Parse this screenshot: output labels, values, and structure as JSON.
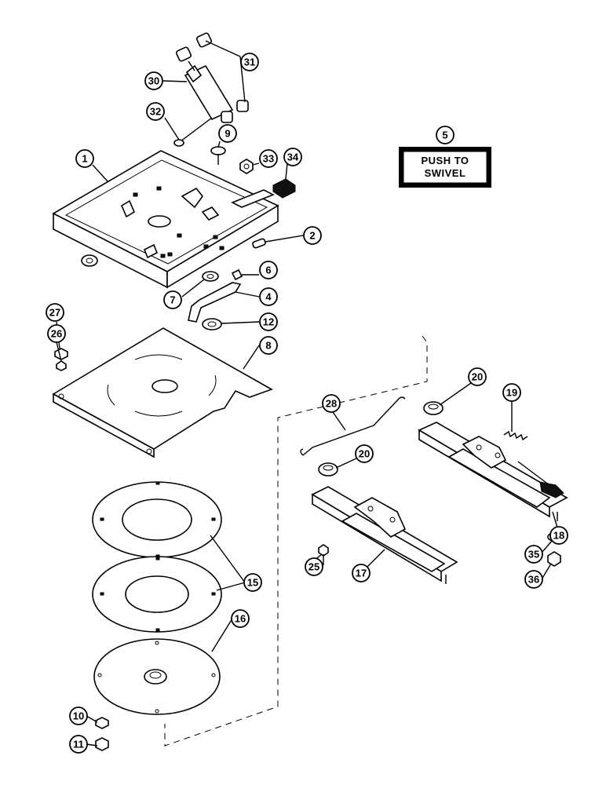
{
  "decal": {
    "line1": "PUSH TO",
    "line2": "SWIVEL"
  },
  "callouts": [
    {
      "id": "c31",
      "label": "31"
    },
    {
      "id": "c30",
      "label": "30"
    },
    {
      "id": "c32",
      "label": "32"
    },
    {
      "id": "c9",
      "label": "9"
    },
    {
      "id": "c5",
      "label": "5"
    },
    {
      "id": "c1",
      "label": "1"
    },
    {
      "id": "c33",
      "label": "33"
    },
    {
      "id": "c34",
      "label": "34"
    },
    {
      "id": "c2",
      "label": "2"
    },
    {
      "id": "c6",
      "label": "6"
    },
    {
      "id": "c7",
      "label": "7"
    },
    {
      "id": "c4",
      "label": "4"
    },
    {
      "id": "c27",
      "label": "27"
    },
    {
      "id": "c26",
      "label": "26"
    },
    {
      "id": "c12",
      "label": "12"
    },
    {
      "id": "c8",
      "label": "8"
    },
    {
      "id": "c20a",
      "label": "20"
    },
    {
      "id": "c19",
      "label": "19"
    },
    {
      "id": "c28",
      "label": "28"
    },
    {
      "id": "c20b",
      "label": "20"
    },
    {
      "id": "c18",
      "label": "18"
    },
    {
      "id": "c15",
      "label": "15"
    },
    {
      "id": "c25",
      "label": "25"
    },
    {
      "id": "c17",
      "label": "17"
    },
    {
      "id": "c35",
      "label": "35"
    },
    {
      "id": "c36",
      "label": "36"
    },
    {
      "id": "c16",
      "label": "16"
    },
    {
      "id": "c10",
      "label": "10"
    },
    {
      "id": "c11",
      "label": "11"
    }
  ]
}
